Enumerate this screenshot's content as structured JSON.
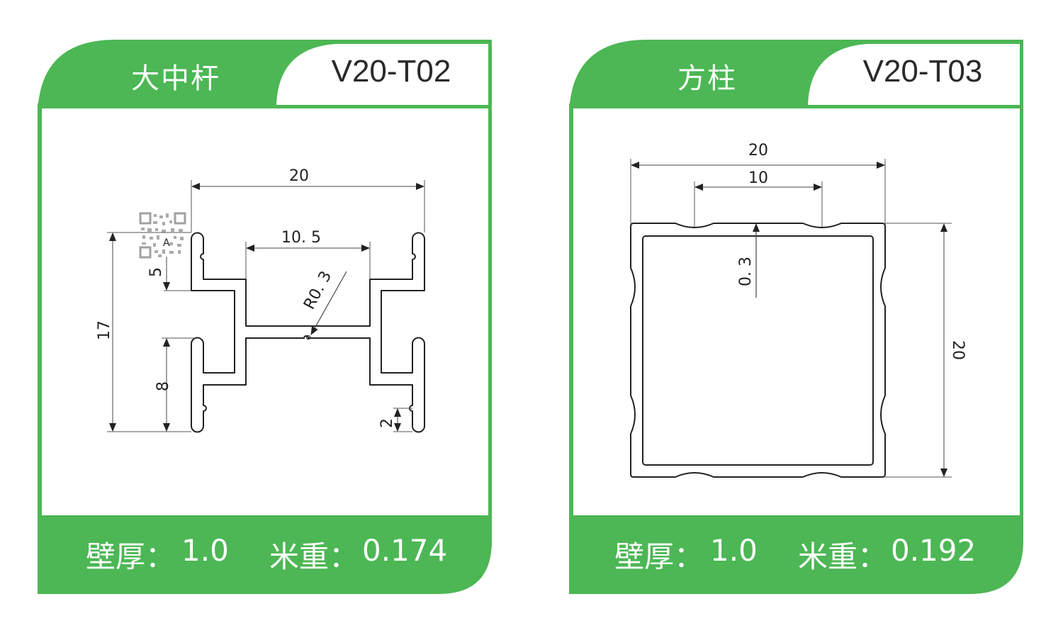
{
  "colors": {
    "brand_green": "#4cb754",
    "line": "#222222",
    "dim_line": "#555555",
    "white": "#ffffff"
  },
  "cards": [
    {
      "name_cn": "大中杆",
      "model": "V20-T02",
      "wall_thickness_label": "壁厚：",
      "wall_thickness_value": "1.0",
      "weight_label": "米重：",
      "weight_value": "0.174",
      "dimensions": {
        "overall_width": "20",
        "pocket_width": "10. 5",
        "radius": "R0. 3",
        "overall_height": "17",
        "upper_slot": "5",
        "lower_slot": "8",
        "notch": "2"
      },
      "watermark_icon": "qr-code-icon",
      "watermark_letter": "A"
    },
    {
      "name_cn": "方柱",
      "model": "V20-T03",
      "wall_thickness_label": "壁厚：",
      "wall_thickness_value": "1.0",
      "weight_label": "米重：",
      "weight_value": "0.192",
      "dimensions": {
        "overall_width": "20",
        "groove_spacing": "10",
        "groove_depth": "0. 3",
        "overall_height": "20"
      }
    }
  ]
}
